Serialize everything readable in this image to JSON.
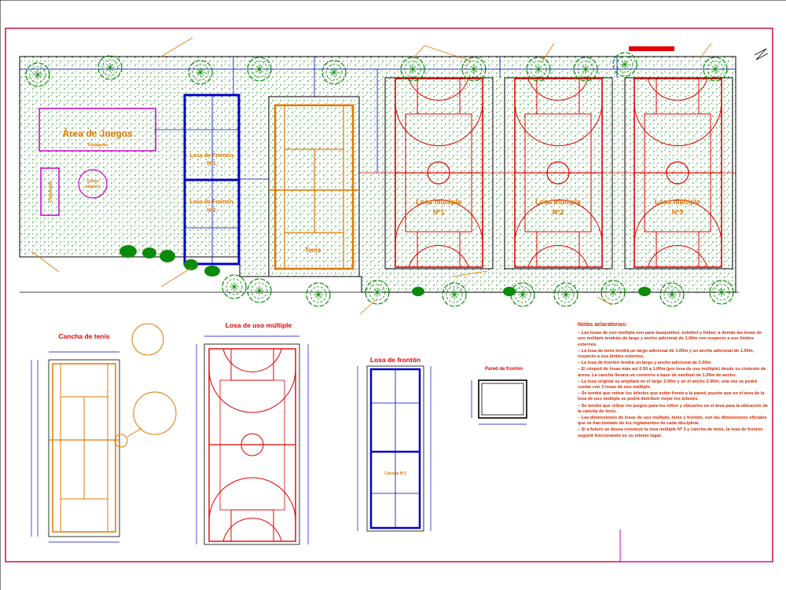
{
  "labels": {
    "area_juegos": "Área de Juegos",
    "toboganes": "Toboganes",
    "columpio": "Columpio",
    "gomo": "Gomo",
    "gomo2": "elástico",
    "losa_fronton_1_a": "Losa de Frontón",
    "losa_fronton_1_b": "Nº1",
    "losa_fronton_2_a": "Losa de Frontón",
    "losa_fronton_2_b": "Nº2",
    "tenis": "Tenis",
    "losa_multiple_1_a": "Losa múltiple",
    "losa_multiple_1_b": "Nº1",
    "losa_multiple_2_a": "Losa múltiple",
    "losa_multiple_2_b": "Nº2",
    "losa_multiple_3_a": "Losa múltiple",
    "losa_multiple_3_b": "Nº3",
    "cancha_tenis": "Cancha de tenis",
    "losa_uso_multiple": "Losa de uso múltiple",
    "losa_fronton": "Losa de frontón",
    "pared_fronton": "Pared de frontón",
    "cancha_n1": "Cancha Nº1"
  },
  "notes": {
    "title": "Notas aclaratorias:",
    "items": [
      "– Las losas de uso múltiple son para basquetbol, voleibol y fútbol; a demás las losas de uso múltiple tendrán de largo y ancho adicional de 1.00m con respecto a sus límites externos.",
      "– La losa de tenis tendrá un largo adicional de 1.00m y un ancho adicional de 1.00m, respecto a sus límites externos.",
      "– La losa de frontón tendrá un largo y ancho adicional de 2.00m.",
      "– El césped de losas más así 0.50 a 1.00m (por losa de uso múltiple) desde su cimiento de arena. La cancha llevará un contorno a base de sardinel de 1.20m de ancho.",
      "– La losa original se ampliará en el largo 2.00m y en el ancho 2.00m; una vez se podrá contar con 3 losas de uso múltiple.",
      "– Se tendrá que retirar los árboles que están frente a la pared, puesto que en el área de la losa de uso múltiple se podrá distribuir mejor los árboles.",
      "– Se tendrá que retirar los juegos para los niños y ubicarlos en el área para la ubicación de la cancha de tenis.",
      "– Las dimensiones de losas de uso múltiple, tenis y frontón, son las dimensiones oficiales que se han tomado de los reglamentos de cada disciplina.",
      "– Si a futuro se desea construir la losa múltiple Nº 3 y cancha de tenis, la losa de frontón seguirá funcionando en su mismo lugar."
    ]
  },
  "colors": {
    "frame": "#cc0033",
    "orange": "#e07800",
    "red": "#e40000",
    "blue": "#0000c8",
    "magenta": "#cc00cc",
    "green": "#008a00"
  }
}
